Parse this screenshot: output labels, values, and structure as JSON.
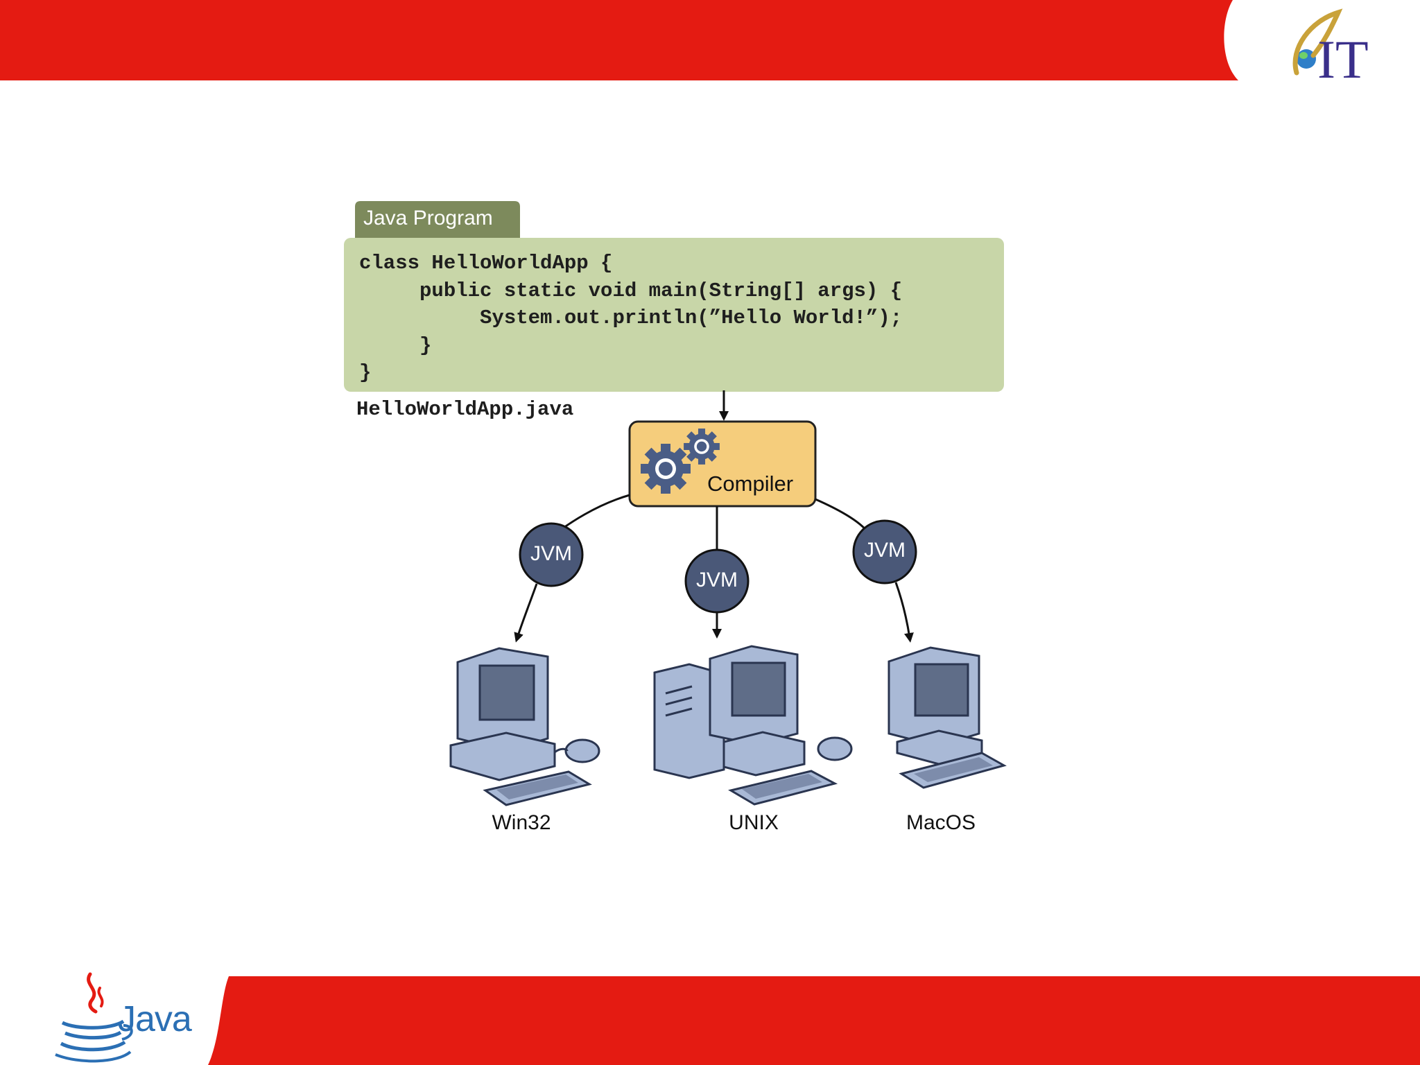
{
  "header": {
    "logo_alt": "aIT logo",
    "brand_color": "#e41b12"
  },
  "footer": {
    "java_logo_text": "Java"
  },
  "diagram": {
    "program_tab": "Java Program",
    "code_lines": [
      "class HelloWorldApp {",
      "     public static void main(String[] args) {",
      "          System.out.println(”Hello World!”);",
      "     }",
      "}"
    ],
    "filename": "HelloWorldApp.java",
    "compiler": "Compiler",
    "jvm_left": "JVM",
    "jvm_center": "JVM",
    "jvm_right": "JVM",
    "os_left": "Win32",
    "os_center": "UNIX",
    "os_right": "MacOS"
  }
}
